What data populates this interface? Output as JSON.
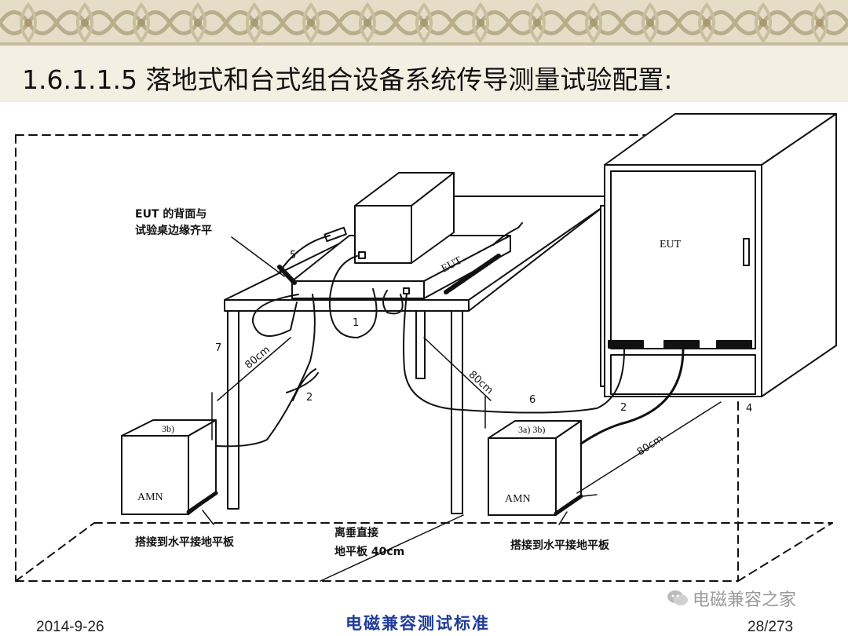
{
  "slide": {
    "title": "1.6.1.1.5 落地式和台式组合设备系统传导测量试验配置:"
  },
  "diagram": {
    "labels": {
      "eut_back_line1": "EUT 的背面与",
      "eut_back_line2": "试验桌边缘齐平",
      "num_5": "5",
      "num_7": "7",
      "num_1": "1",
      "num_2_left": "2",
      "num_6": "6",
      "num_2_right": "2",
      "num_4": "4",
      "dim_80cm_left": "80cm",
      "dim_80cm_mid": "80cm",
      "dim_80cm_right": "80cm",
      "eut_table": "EUT",
      "eut_cabinet": "EUT",
      "amn_left_tag": "3b)",
      "amn_left": "AMN",
      "amn_right_tag": "3a) 3b)",
      "amn_right": "AMN",
      "bond_left": "搭接到水平接地平板",
      "bond_right": "搭接到水平接地平板",
      "height_line1": "离垂直接",
      "height_line2": "地平板 40cm"
    }
  },
  "footer": {
    "date": "2014-9-26",
    "center": "电磁兼容测试标准",
    "page": "28/273",
    "watermark": "电磁兼容之家"
  },
  "colors": {
    "banner": "#e5ddc8",
    "title_bar": "#f3efe3",
    "footer_text": "#1f3d99"
  }
}
